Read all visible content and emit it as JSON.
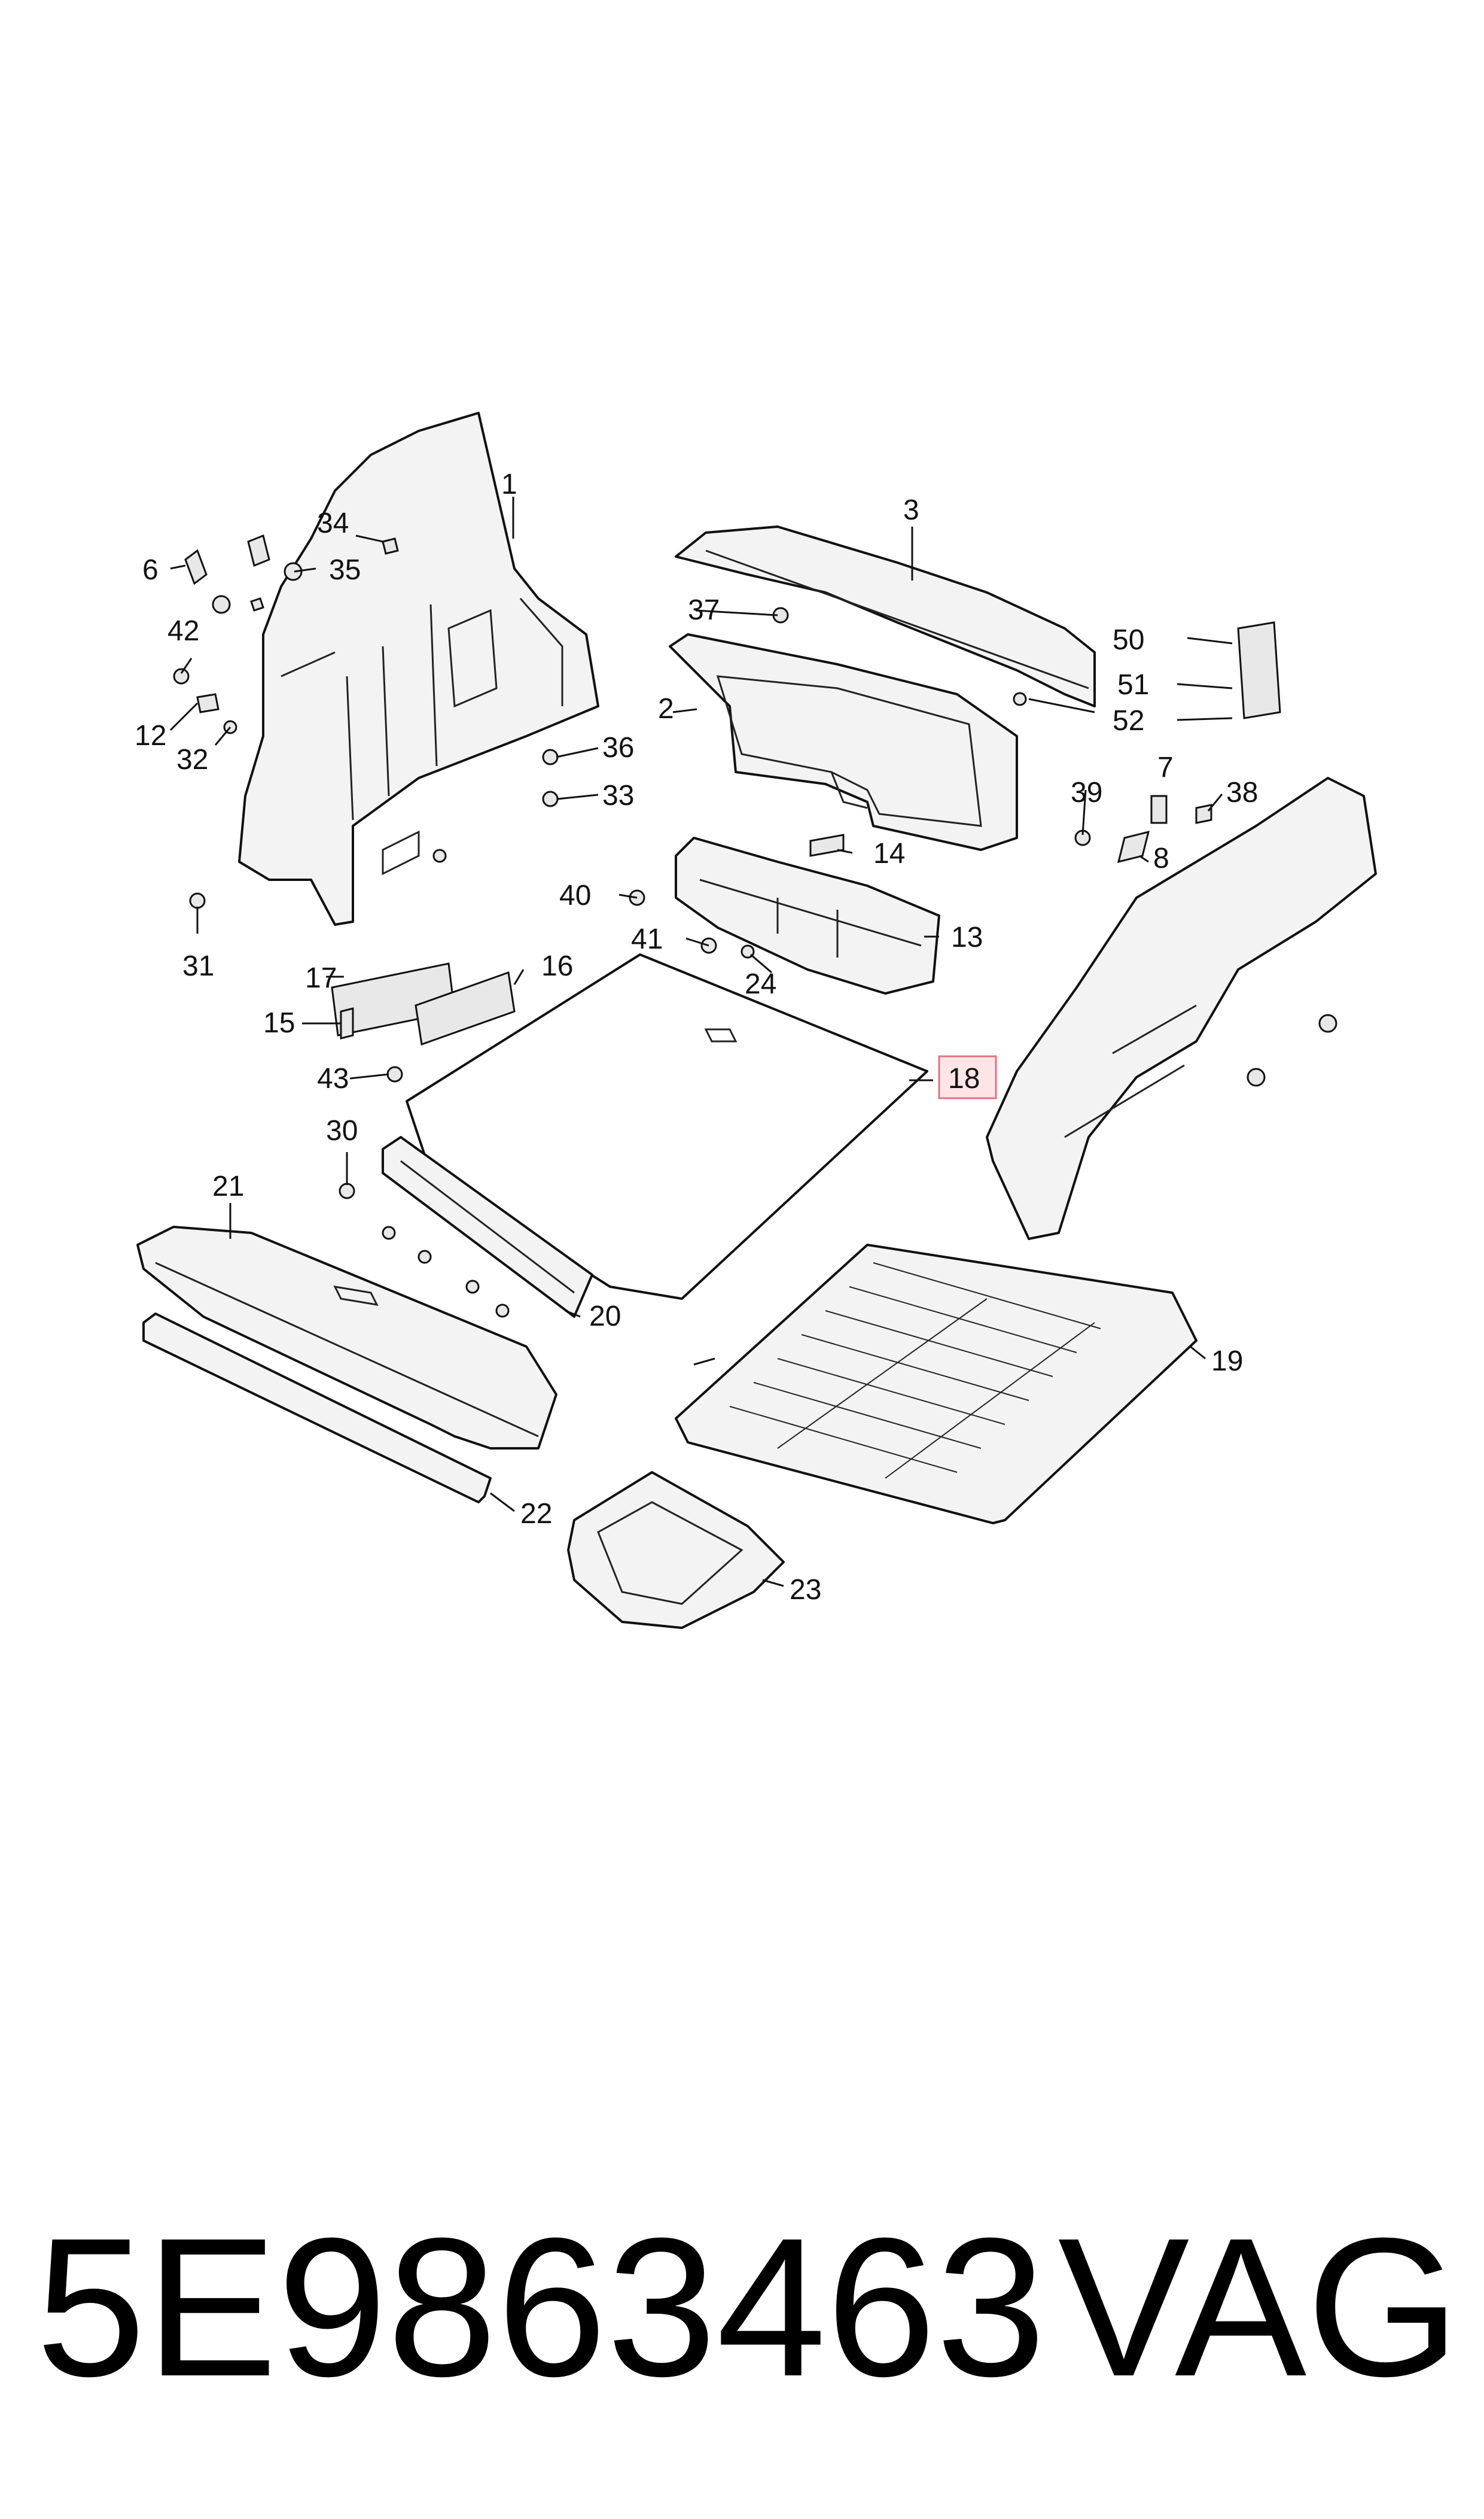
{
  "callouts": {
    "c1": "1",
    "c2": "2",
    "c3": "3",
    "c6": "6",
    "c7": "7",
    "c8": "8",
    "c12": "12",
    "c13": "13",
    "c14": "14",
    "c15": "15",
    "c16": "16",
    "c17": "17",
    "c18": "18",
    "c19": "19",
    "c20": "20",
    "c21": "21",
    "c22": "22",
    "c23": "23",
    "c24": "24",
    "c30": "30",
    "c31": "31",
    "c32": "32",
    "c33": "33",
    "c34": "34",
    "c35": "35",
    "c36": "36",
    "c37": "37",
    "c38": "38",
    "c39": "39",
    "c40": "40",
    "c41": "41",
    "c42": "42",
    "c43": "43",
    "c50": "50",
    "c51": "51",
    "c52": "52"
  },
  "highlighted_callout": "18",
  "highlight_color": "#fde4e7",
  "footer": {
    "part_number": "5E9863463",
    "brand": "VAG"
  }
}
